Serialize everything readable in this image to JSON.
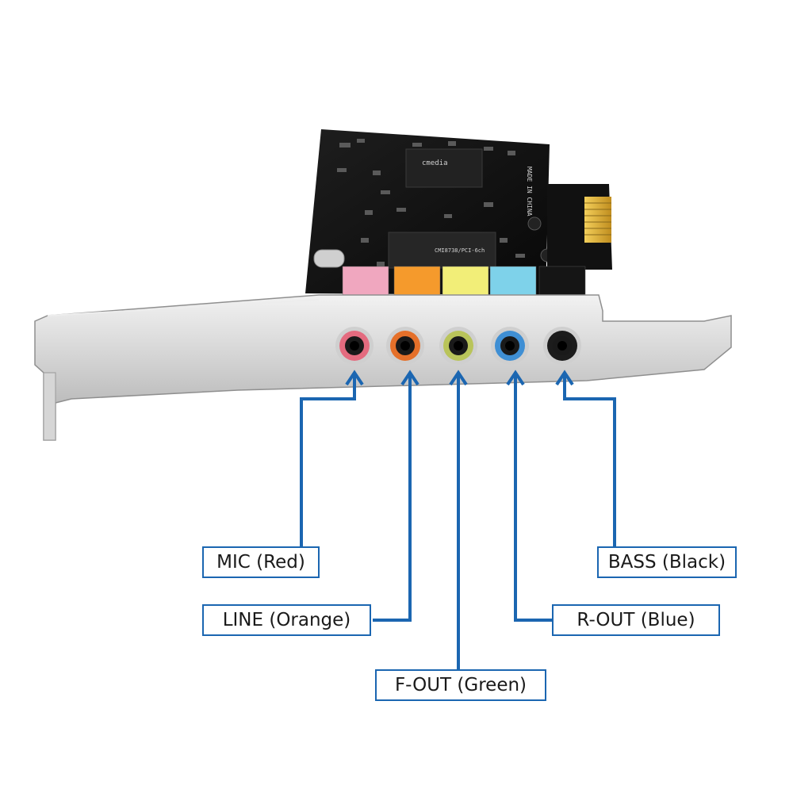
{
  "chip_text": {
    "codec_brand": "cmedia",
    "codec_model": "CMI8738/PCI-6ch",
    "made_in": "MADE IN CHINA"
  },
  "ports": [
    {
      "id": "mic",
      "label": "MIC (Red)",
      "jack_color": "#e46b7f",
      "block_color": "#f0a7bf"
    },
    {
      "id": "line",
      "label": "LINE (Orange)",
      "jack_color": "#e5702a",
      "block_color": "#f59a2c"
    },
    {
      "id": "fout",
      "label": "F-OUT (Green)",
      "jack_color": "#b9c45a",
      "block_color": "#f2ee78"
    },
    {
      "id": "rout",
      "label": "R-OUT (Blue)",
      "jack_color": "#3f8fd4",
      "block_color": "#7ed2ea"
    },
    {
      "id": "bass",
      "label": "BASS (Black)",
      "jack_color": "#1c1c1c",
      "block_color": "#151515"
    }
  ],
  "colors": {
    "callout_line": "#1b66b1",
    "pcb": "#141414",
    "bracket": "#c9c9c9",
    "gold_contacts": "#e0b13a"
  }
}
